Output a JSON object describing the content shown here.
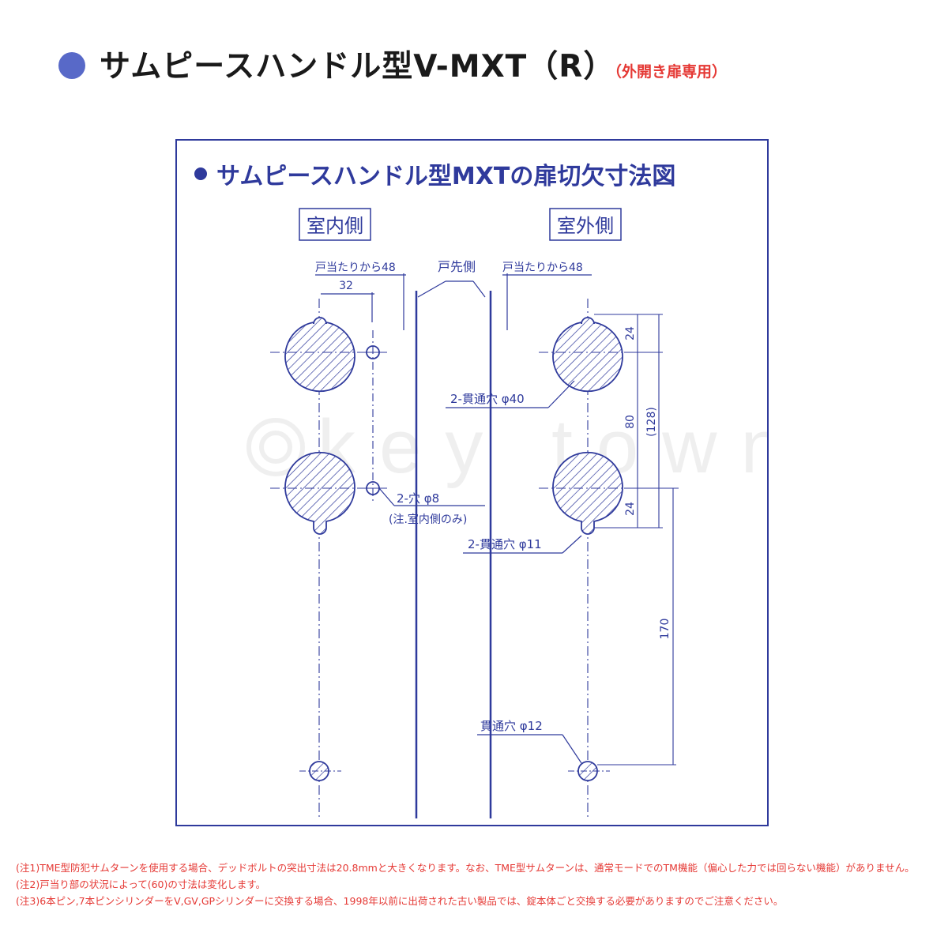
{
  "header": {
    "title": "サムピースハンドル型V-MXT（R）",
    "subtitle": "（外開き扉専用）"
  },
  "diagram": {
    "title": "サムピースハンドル型MXTの扉切欠寸法図",
    "label_inside": "室内側",
    "label_outside": "室外側",
    "label_door_edge": "戸先側",
    "dim_from_stop_left": "戸当たりから48",
    "dim_from_stop_right": "戸当たりから48",
    "dim_32": "32",
    "dim_24_top": "24",
    "dim_24_bottom": "24",
    "dim_80": "80",
    "dim_128": "(128)",
    "dim_170": "170",
    "hole_40": "2-貫通穴 φ40",
    "hole_8": "2-穴 φ8",
    "hole_8_note": "(注.室内側のみ)",
    "hole_11": "2-貫通穴 φ11",
    "hole_12": "貫通穴 φ12",
    "watermark": "key town",
    "colors": {
      "line": "#2f3a9c",
      "hatch": "#2f3a9c"
    }
  },
  "notes": [
    "(注1)TME型防犯サムターンを使用する場合、デッドボルトの突出寸法は20.8mmと大きくなります。なお、TME型サムターンは、通常モードでのTM機能（偏心した力では回らない機能）がありません。",
    "(注2)戸当り部の状況によって(60)の寸法は変化します。",
    "(注3)6本ピン,7本ピンシリンダーをV,GV,GPシリンダーに交換する場合、1998年以前に出荷された古い製品では、錠本体ごと交換する必要がありますのでご注意ください。"
  ]
}
